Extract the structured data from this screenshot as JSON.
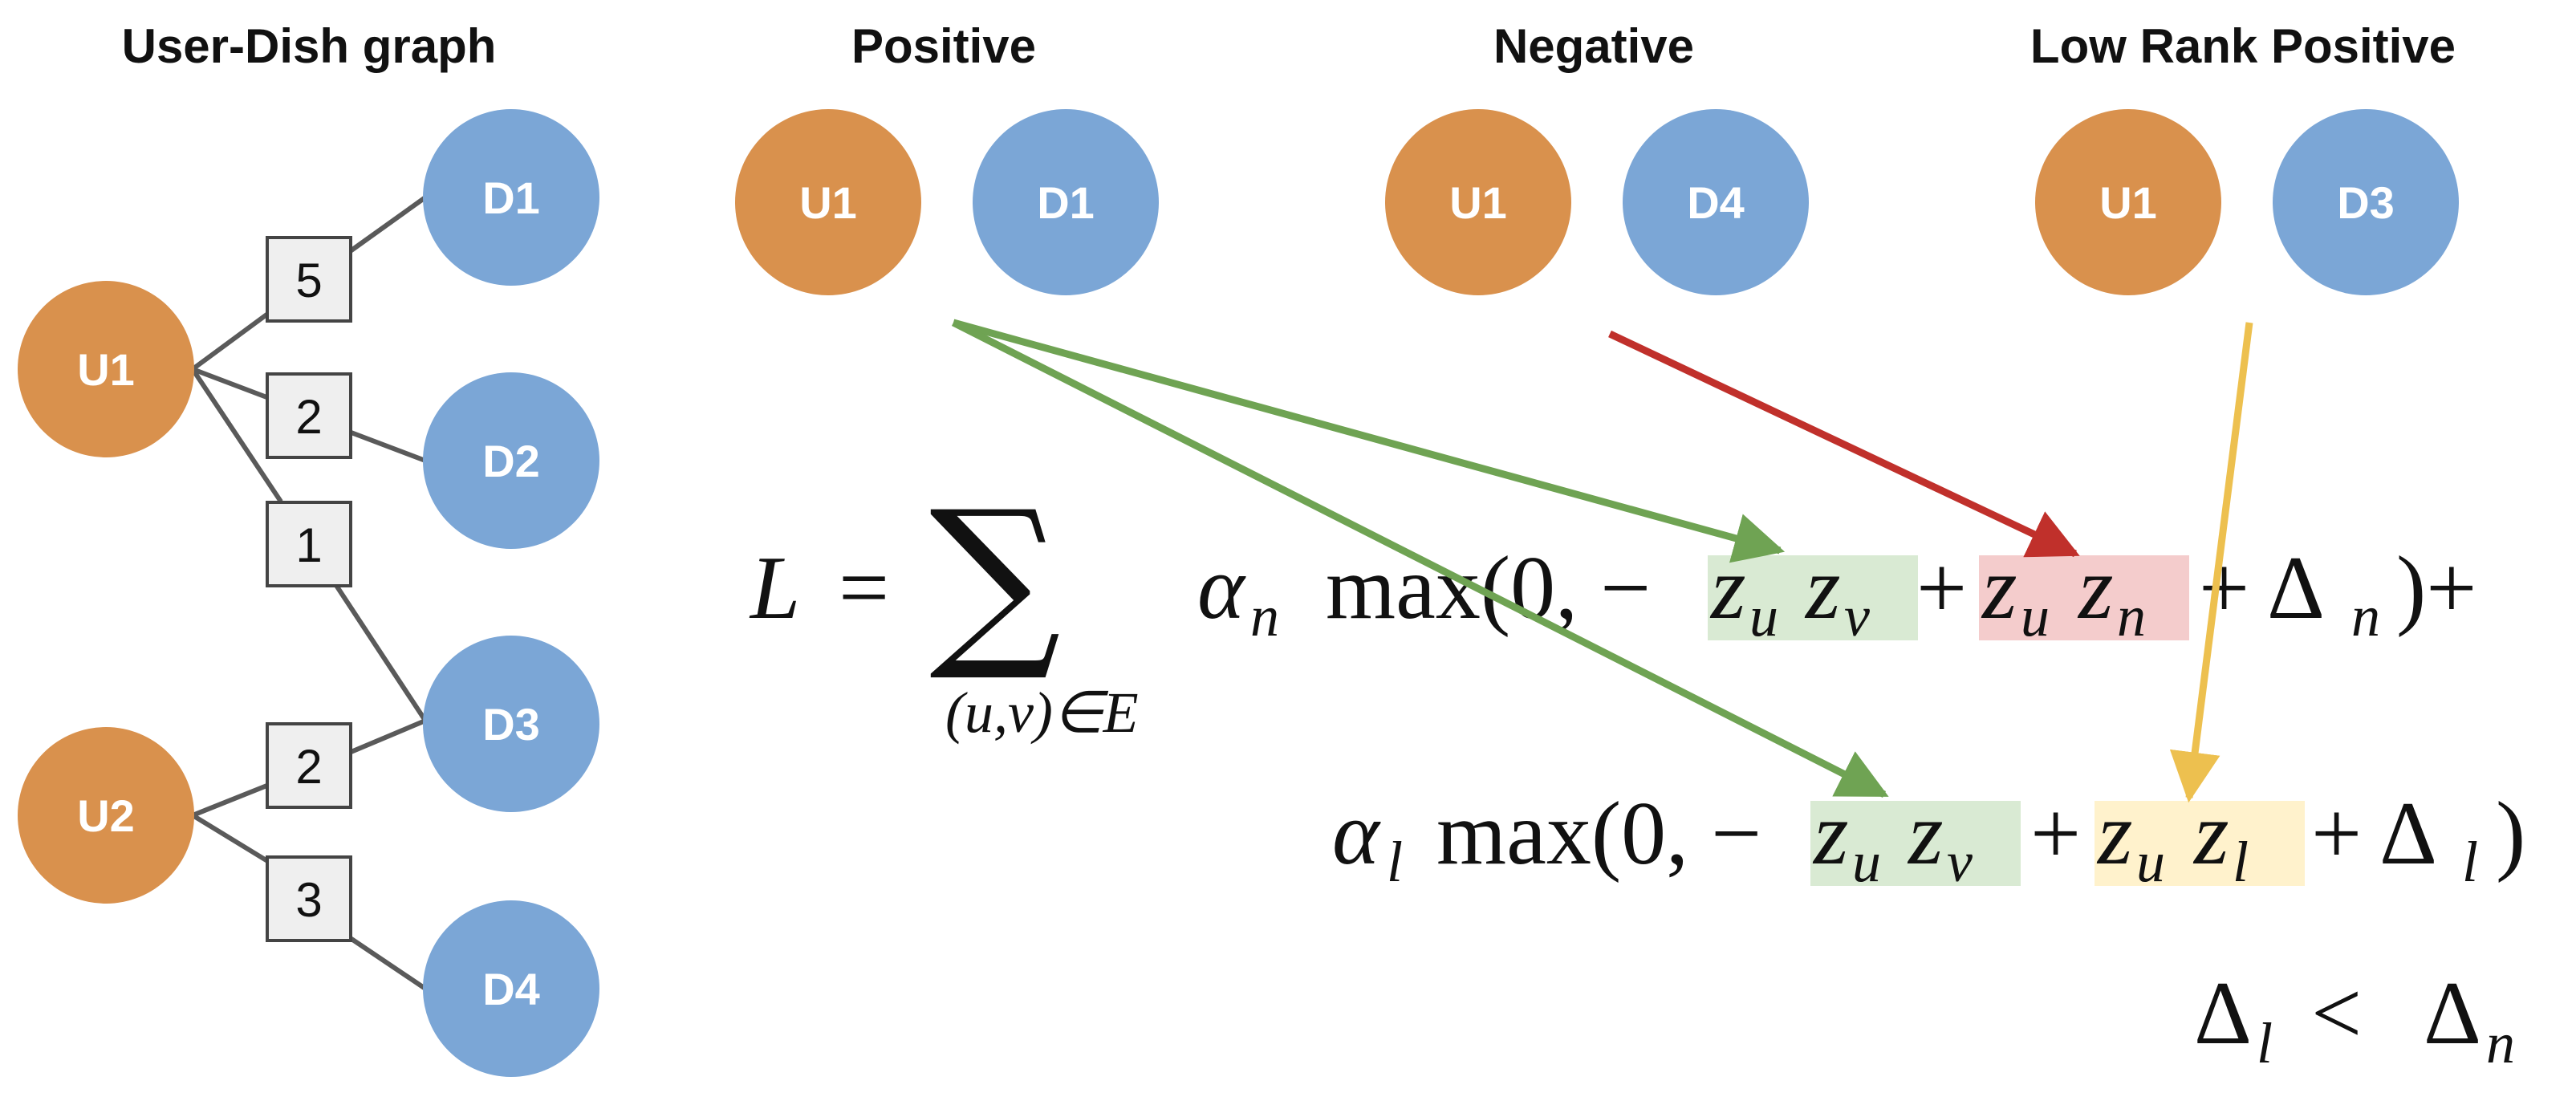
{
  "titles": {
    "graph": "User-Dish graph",
    "positive": "Positive",
    "negative": "Negative",
    "low_rank": "Low Rank Positive"
  },
  "colors": {
    "user": "#D9914D",
    "dish": "#7BA6D6",
    "edge": "#5a5a5a",
    "weight_box_fill": "#efefef",
    "weight_box_stroke": "#444444",
    "arrow_positive": "#6FA353",
    "arrow_negative": "#C0302B",
    "arrow_low_rank": "#EDC04F",
    "hl_positive": "#D9EAD3",
    "hl_negative": "#F4CCCC",
    "hl_low_rank": "#FFF2CC"
  },
  "graph": {
    "users": [
      "U1",
      "U2"
    ],
    "dishes": [
      "D1",
      "D2",
      "D3",
      "D4"
    ],
    "edges": [
      {
        "user": "U1",
        "dish": "D1",
        "weight": "5"
      },
      {
        "user": "U1",
        "dish": "D2",
        "weight": "2"
      },
      {
        "user": "U1",
        "dish": "D3",
        "weight": "1"
      },
      {
        "user": "U2",
        "dish": "D3",
        "weight": "2"
      },
      {
        "user": "U2",
        "dish": "D4",
        "weight": "3"
      }
    ]
  },
  "pairs": {
    "positive": {
      "user": "U1",
      "dish": "D1"
    },
    "negative": {
      "user": "U1",
      "dish": "D4"
    },
    "low_rank": {
      "user": "U1",
      "dish": "D3"
    }
  },
  "formula": {
    "lhs": "L",
    "eq": "=",
    "sum_symbol": "∑",
    "sum_sub": "(u,v)∈E",
    "line1": {
      "alpha": "α",
      "alpha_sub": "n",
      "max": "max(0, −",
      "pos_u": "z",
      "pos_u_sub": "u",
      "pos_v": "z",
      "pos_v_sub": "v",
      "plus": "+",
      "neg_u": "z",
      "neg_u_sub": "u",
      "neg_n": "z",
      "neg_n_sub": "n",
      "delta_plus": "+ Δ",
      "delta_sub": "n",
      "close": ")+"
    },
    "line2": {
      "alpha": "α",
      "alpha_sub": "l",
      "max": "max(0, −",
      "pos_u": "z",
      "pos_u_sub": "u",
      "pos_v": "z",
      "pos_v_sub": "v",
      "plus": "+",
      "low_u": "z",
      "low_u_sub": "u",
      "low_l": "z",
      "low_l_sub": "l",
      "delta_plus": "+ Δ",
      "delta_sub": "l",
      "close": ")"
    },
    "constraint": {
      "left": "Δ",
      "left_sub": "l",
      "lt": "<",
      "right": "Δ",
      "right_sub": "n"
    }
  }
}
